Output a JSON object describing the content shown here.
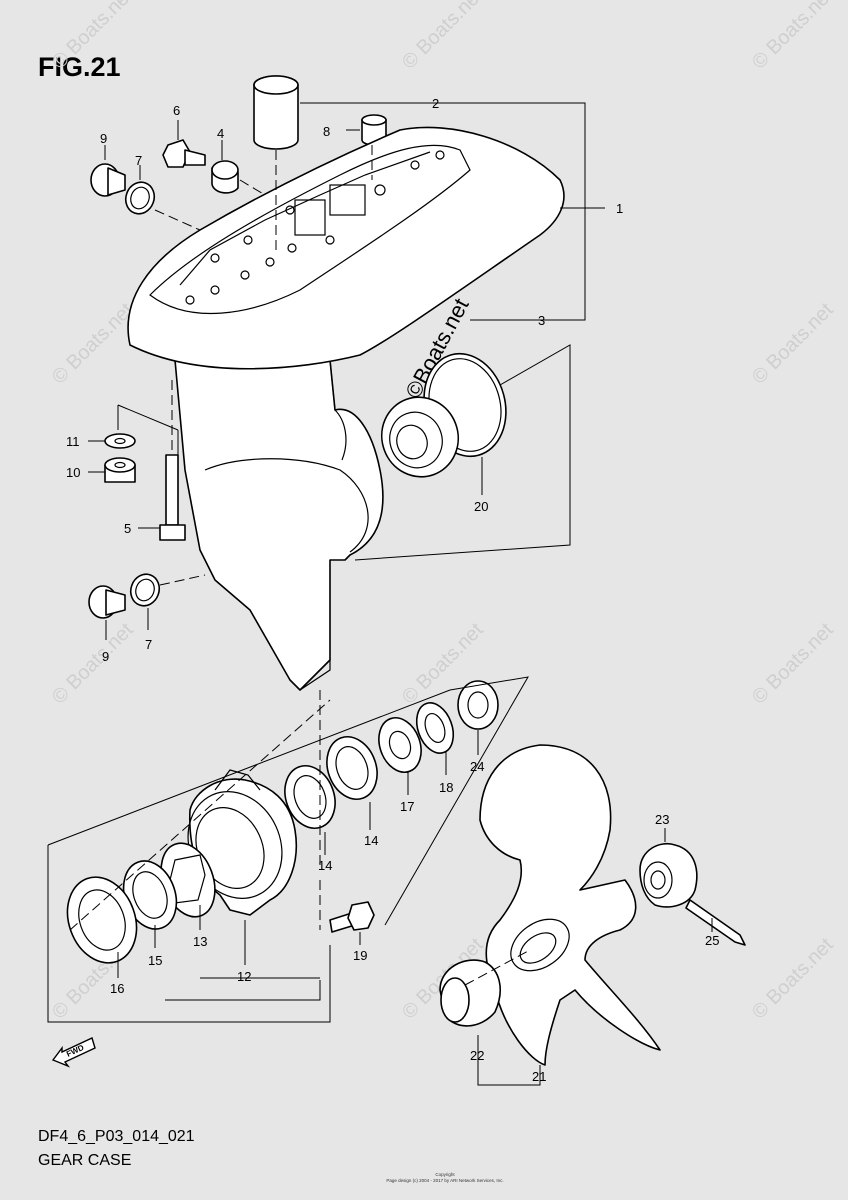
{
  "figure": {
    "title": "FIG.21",
    "code": "DF4_6_P03_014_021",
    "name": "GEAR CASE"
  },
  "watermark": {
    "text": "© Boats.net",
    "center_text": "©Boats.net"
  },
  "copyright": {
    "line1": "Copyright",
    "line2": "Page design (c) 2004 - 2017 by ARI Network Services, Inc."
  },
  "fwd_badge": {
    "label": "FWD"
  },
  "callouts": [
    "1",
    "2",
    "3",
    "4",
    "5",
    "6",
    "7",
    "7",
    "8",
    "9",
    "9",
    "10",
    "11",
    "12",
    "13",
    "14",
    "14",
    "15",
    "16",
    "17",
    "18",
    "19",
    "20",
    "21",
    "22",
    "23",
    "24",
    "25"
  ],
  "icons": [
    "arrow-fwd-icon"
  ]
}
